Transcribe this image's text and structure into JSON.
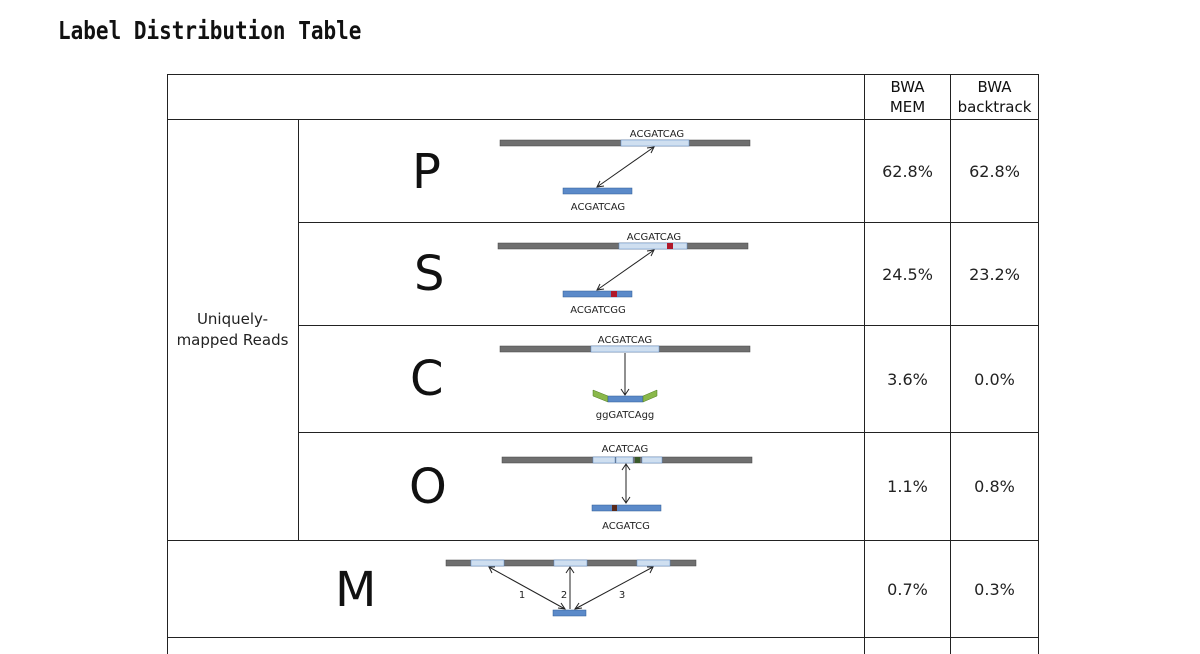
{
  "page": {
    "title": "Label Distribution Table"
  },
  "table": {
    "columns": [
      "BWA MEM",
      "BWA backtrack"
    ],
    "column_lines": [
      [
        "BWA",
        "MEM"
      ],
      [
        "BWA",
        "backtrack"
      ]
    ],
    "group_label_lines": [
      "Uniquely-",
      "mapped Reads"
    ],
    "rows": [
      {
        "label": "P",
        "bwa_mem": "62.8%",
        "bwa_backtrack": "62.8%",
        "seq_top": "ACGATCAG",
        "seq_bottom": "ACGATCAG"
      },
      {
        "label": "S",
        "bwa_mem": "24.5%",
        "bwa_backtrack": "23.2%",
        "seq_top": "ACGATCAG",
        "seq_bottom": "ACGATCGG"
      },
      {
        "label": "C",
        "bwa_mem": "3.6%",
        "bwa_backtrack": "0.0%",
        "seq_top": "ACGATCAG",
        "seq_bottom": "ggGATCAgg"
      },
      {
        "label": "O",
        "bwa_mem": "1.1%",
        "bwa_backtrack": "0.8%",
        "seq_top": "ACATCAG",
        "seq_bottom": "ACGATCG"
      },
      {
        "label": "M",
        "bwa_mem": "0.7%",
        "bwa_backtrack": "0.3%",
        "arrow_labels": [
          "1",
          "2",
          "3"
        ]
      }
    ]
  },
  "colors": {
    "reference_bar": "#6f6f6f",
    "match_region": "#cfdff0",
    "read_bar": "#5b8ac9",
    "mismatch": "#b0182a",
    "clipped_end": "#8ab84a",
    "orange_base": "#d9822b"
  }
}
